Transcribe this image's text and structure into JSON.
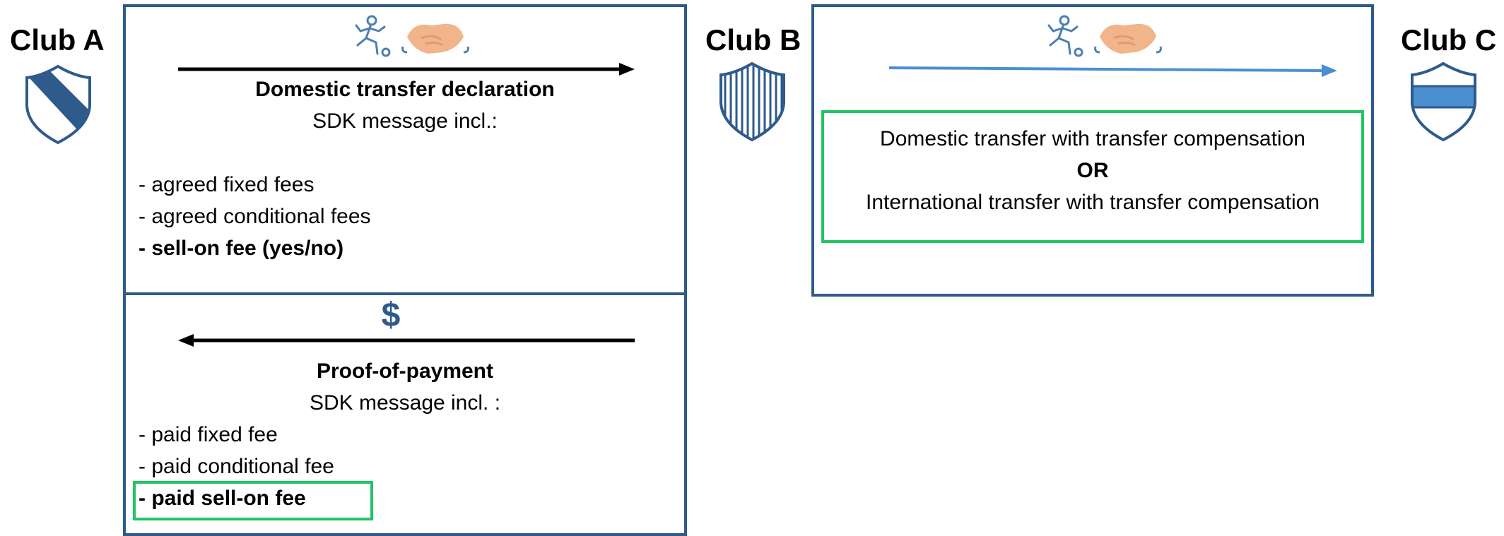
{
  "clubs": [
    {
      "name": "Club A"
    },
    {
      "name": "Club B"
    },
    {
      "name": "Club C"
    }
  ],
  "declaration_panel": {
    "title": "Domestic transfer declaration",
    "subtitle": "SDK message incl.:",
    "items": [
      "- agreed fixed fees",
      "- agreed conditional fees",
      "- sell-on fee (yes/no)"
    ]
  },
  "payment_panel": {
    "symbol": "$",
    "title": "Proof-of-payment",
    "subtitle": "SDK message incl. :",
    "items": [
      "- paid fixed fee",
      "- paid conditional fee",
      "- paid sell-on fee"
    ]
  },
  "onward_panel": {
    "line1": "Domestic transfer with transfer compensation",
    "separator": "OR",
    "line2": "International transfer with transfer compensation"
  },
  "colors": {
    "panel_border": "#2e5a8c",
    "highlight_border": "#22c564",
    "shield": "#2e5a8c",
    "arrow_dark": "#000000",
    "arrow_light": "#4a8fd0"
  }
}
